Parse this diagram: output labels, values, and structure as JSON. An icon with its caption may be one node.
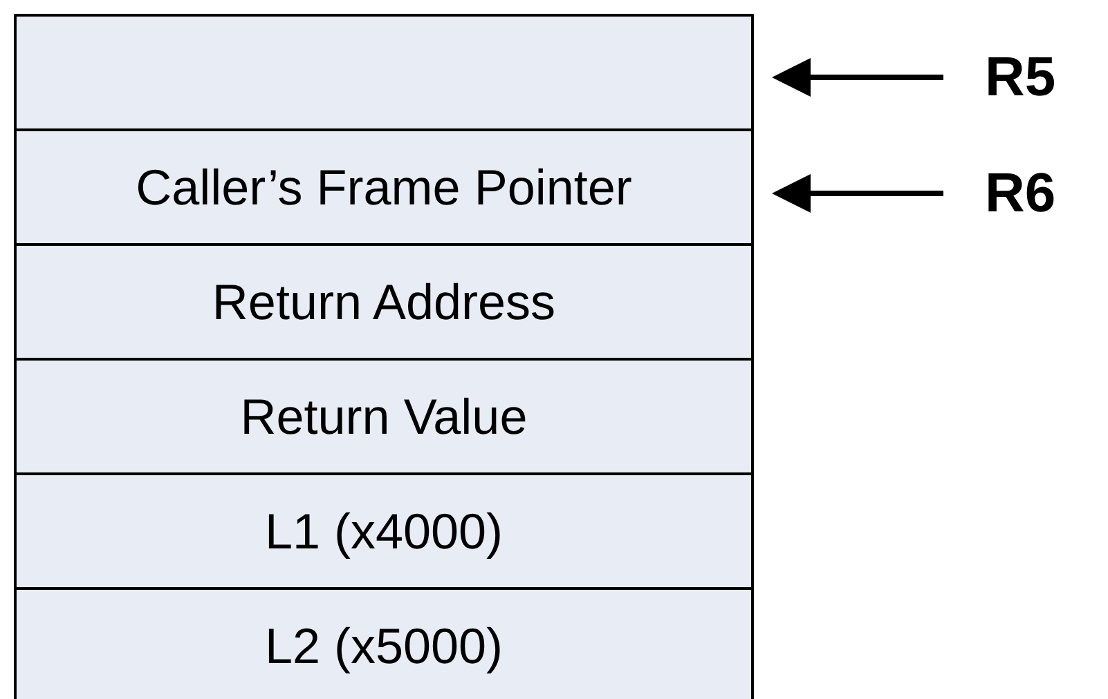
{
  "diagram": {
    "nodes": [
      {
        "text": [],
        "shape": "box"
      },
      {
        "text": [
          "Caller’s Frame Pointer"
        ]
      },
      {
        "text": [
          "Return Address"
        ]
      },
      {
        "text": [
          "Return Value"
        ]
      },
      {
        "text": [
          "L1 (x4000)"
        ]
      },
      {
        "text": [
          "L2 (x5000)"
        ]
      },
      {
        "text": [
          "R5"
        ]
      },
      {
        "text": [
          "R6"
        ]
      }
    ],
    "edges": [
      {
        "from": 6,
        "to": 0,
        "arrow": "to"
      },
      {
        "from": 7,
        "to": 1,
        "arrow": "to"
      }
    ]
  }
}
